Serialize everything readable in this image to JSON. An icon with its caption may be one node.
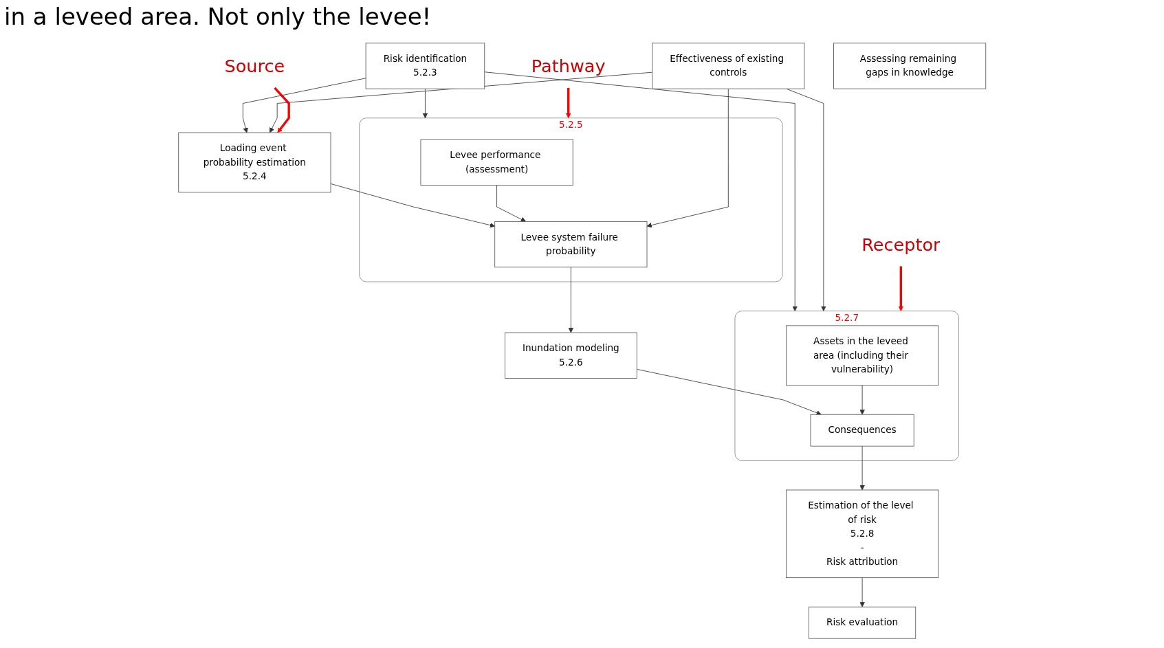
{
  "diagram": {
    "title": "in a leveed area. Not only the levee!",
    "nodes": [
      {
        "text": [
          "Risk identification",
          "5.2.3"
        ]
      },
      {
        "text": [
          "Loading event probability estimation",
          "5.2.4"
        ]
      },
      {
        "text": [
          "5.2.5"
        ]
      },
      {
        "text": [
          "Levee performance (assessment)"
        ],
        "in": 2
      },
      {
        "text": [
          "Levee system failure probability"
        ],
        "in": 2
      },
      {
        "text": [
          "Inundation modeling",
          "5.2.6"
        ]
      },
      {
        "text": [
          "Effectiveness of existing controls"
        ]
      },
      {
        "text": [
          "5.2.7"
        ]
      },
      {
        "text": [
          "Assets in the leveed area (including their vulnerability)"
        ],
        "in": 7
      },
      {
        "text": [
          "Consequences"
        ],
        "in": 7
      },
      {
        "text": [
          "Estimation of the level of risk",
          "5.2.8",
          "-",
          "Risk attribution"
        ]
      },
      {
        "text": [
          "Risk evaluation"
        ]
      },
      {
        "text": [
          "Assessing remaining gaps in knowledge"
        ]
      },
      {
        "text": [
          "Source"
        ]
      },
      {
        "text": [
          "Pathway"
        ]
      },
      {
        "text": [
          "Receptor"
        ]
      }
    ],
    "edges": [
      {
        "from": 0,
        "to": 1,
        "arrow": "to"
      },
      {
        "from": 0,
        "to": 2,
        "arrow": "to"
      },
      {
        "from": 0,
        "to": 7,
        "arrow": "to"
      },
      {
        "from": 1,
        "to": 4,
        "arrow": "to"
      },
      {
        "from": 3,
        "to": 4,
        "arrow": "to"
      },
      {
        "from": 4,
        "to": 5,
        "arrow": "to"
      },
      {
        "from": 6,
        "to": 1,
        "arrow": "to"
      },
      {
        "from": 6,
        "to": 4,
        "arrow": "to"
      },
      {
        "from": 6,
        "to": 7,
        "arrow": "to"
      },
      {
        "from": 5,
        "to": 9,
        "arrow": "to"
      },
      {
        "from": 8,
        "to": 9,
        "arrow": "to"
      },
      {
        "from": 9,
        "to": 10,
        "arrow": "to"
      },
      {
        "from": 10,
        "to": 11,
        "arrow": "to"
      },
      {
        "from": 13,
        "to": 1,
        "arrow": "to",
        "style": "thick",
        "color": "#ff0000"
      },
      {
        "from": 14,
        "to": 2,
        "arrow": "to",
        "style": "thick",
        "color": "#ff0000"
      },
      {
        "from": 15,
        "to": 7,
        "arrow": "to",
        "style": "thick",
        "color": "#ff0000"
      }
    ]
  }
}
